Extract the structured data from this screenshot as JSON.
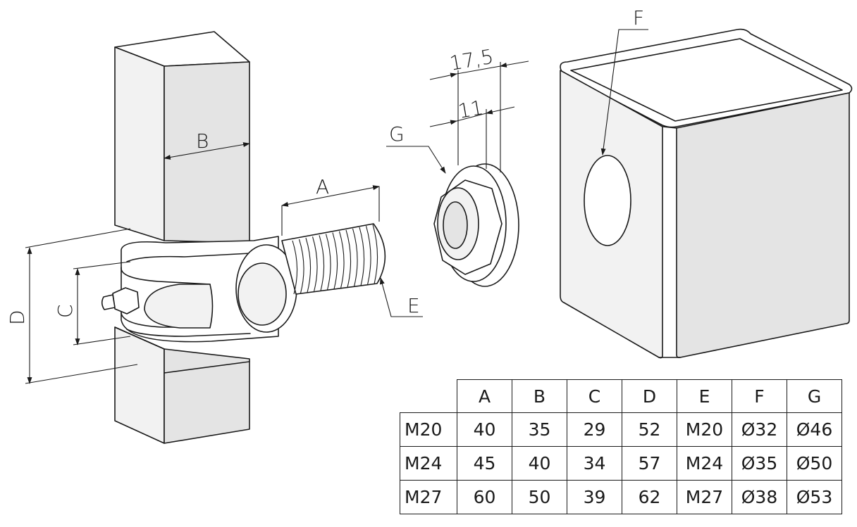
{
  "labels": {
    "A": "A",
    "B": "B",
    "C": "C",
    "D": "D",
    "E": "E",
    "F": "F",
    "G": "G",
    "dim_outer": "17,5",
    "dim_inner": "11"
  },
  "table": {
    "columns": [
      "A",
      "B",
      "C",
      "D",
      "E",
      "F",
      "G"
    ],
    "rows": [
      {
        "size": "M20",
        "values": [
          "40",
          "35",
          "29",
          "52",
          "M20",
          "Ø32",
          "Ø46"
        ]
      },
      {
        "size": "M24",
        "values": [
          "45",
          "40",
          "34",
          "57",
          "M24",
          "Ø35",
          "Ø50"
        ]
      },
      {
        "size": "M27",
        "values": [
          "60",
          "50",
          "39",
          "62",
          "M27",
          "Ø38",
          "Ø53"
        ]
      }
    ]
  }
}
